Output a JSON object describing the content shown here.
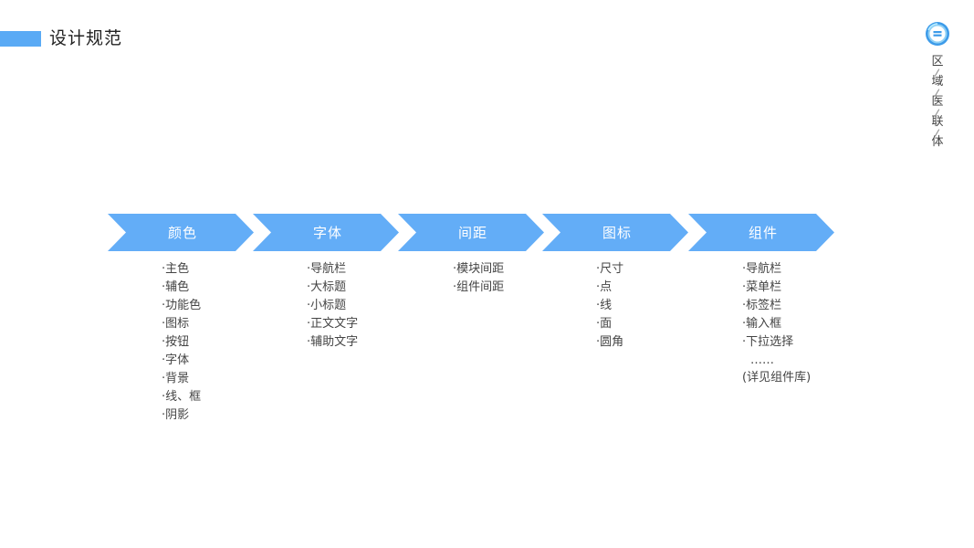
{
  "header": {
    "title": "设计规范",
    "accent_color": "#5aaaf5"
  },
  "brand": {
    "logo_icon": "hospital-network-logo-icon",
    "vertical_chars": [
      "区",
      "域",
      "医",
      "联",
      "体"
    ]
  },
  "steps": [
    {
      "label": "颜色",
      "items": [
        "·主色",
        "·辅色",
        "·功能色",
        "·图标",
        "·按钮",
        "·字体",
        "·背景",
        "·线、框",
        "·阴影"
      ]
    },
    {
      "label": "字体",
      "items": [
        "·导航栏",
        "·大标题",
        "·小标题",
        "·正文文字",
        "·辅助文字"
      ]
    },
    {
      "label": "间距",
      "items": [
        "·模块间距",
        "·组件间距"
      ]
    },
    {
      "label": "图标",
      "items": [
        "·尺寸",
        "·点",
        "·线",
        "·面",
        "·圆角"
      ]
    },
    {
      "label": "组件",
      "items": [
        "·导航栏",
        "·菜单栏",
        "·标签栏",
        "·输入框",
        "·下拉选择"
      ],
      "ellipsis": "……",
      "note": "(详见组件库)"
    }
  ],
  "colors": {
    "chevron": "#63adf7",
    "text": "#444444"
  }
}
